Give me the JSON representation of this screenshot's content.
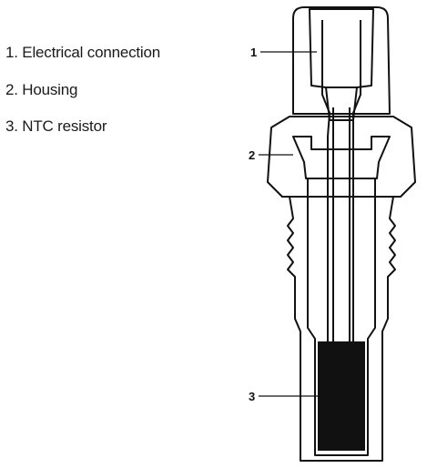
{
  "legend": [
    {
      "number": "1",
      "text": "1. Electrical connection"
    },
    {
      "number": "2",
      "text": "2. Housing"
    },
    {
      "number": "3",
      "text": "3. NTC resistor"
    }
  ],
  "colors": {
    "ink": "#111111",
    "housing_fill": "#cfcfcf",
    "resistor_fill": "#111111",
    "background": "#ffffff"
  }
}
